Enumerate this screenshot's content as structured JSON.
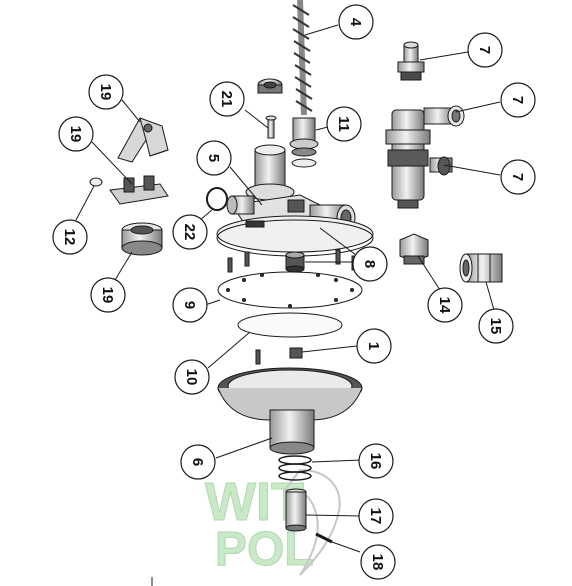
{
  "diagram": {
    "callouts": [
      {
        "id": "c-4",
        "label": "4"
      },
      {
        "id": "c-7a",
        "label": "7"
      },
      {
        "id": "c-7b",
        "label": "7"
      },
      {
        "id": "c-7c",
        "label": "7"
      },
      {
        "id": "c-19a",
        "label": "19"
      },
      {
        "id": "c-19b",
        "label": "19"
      },
      {
        "id": "c-19c",
        "label": "19"
      },
      {
        "id": "c-21",
        "label": "21"
      },
      {
        "id": "c-11",
        "label": "11"
      },
      {
        "id": "c-5",
        "label": "5"
      },
      {
        "id": "c-12",
        "label": "12"
      },
      {
        "id": "c-22",
        "label": "22"
      },
      {
        "id": "c-8",
        "label": "8"
      },
      {
        "id": "c-9",
        "label": "9"
      },
      {
        "id": "c-14",
        "label": "14"
      },
      {
        "id": "c-15",
        "label": "15"
      },
      {
        "id": "c-1",
        "label": "1"
      },
      {
        "id": "c-10",
        "label": "10"
      },
      {
        "id": "c-6",
        "label": "6"
      },
      {
        "id": "c-16",
        "label": "16"
      },
      {
        "id": "c-17",
        "label": "17"
      },
      {
        "id": "c-18",
        "label": "18"
      }
    ],
    "watermark": {
      "line1": "WIT",
      "line2": "POL"
    },
    "colors": {
      "stroke": "#1a1a1a",
      "part_fill": "#ffffff",
      "part_shade": "#cfcfcf",
      "dark_shade": "#6e6e6e",
      "watermark": "#9fd89c"
    }
  }
}
